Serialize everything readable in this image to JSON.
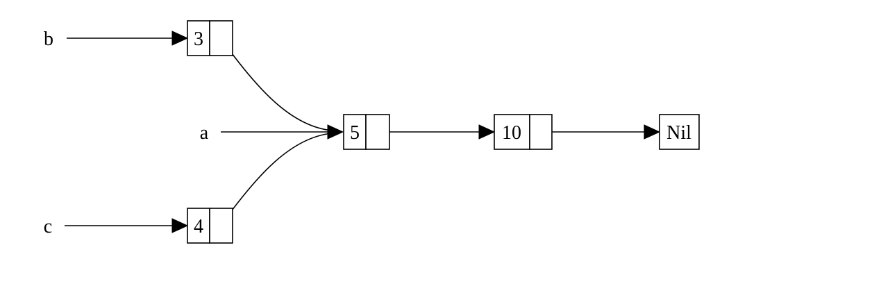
{
  "diagram": {
    "variables": [
      {
        "id": "b",
        "label": "b",
        "target": "n3"
      },
      {
        "id": "a",
        "label": "a",
        "target": "n5"
      },
      {
        "id": "c",
        "label": "c",
        "target": "n4"
      }
    ],
    "nodes": [
      {
        "id": "n3",
        "value": "3",
        "next": "n5"
      },
      {
        "id": "n4",
        "value": "4",
        "next": "n5"
      },
      {
        "id": "n5",
        "value": "5",
        "next": "n10"
      },
      {
        "id": "n10",
        "value": "10",
        "next": "nil"
      },
      {
        "id": "nil",
        "value": "Nil",
        "next": null
      }
    ],
    "colors": {
      "stroke": "#000000",
      "background": "#ffffff"
    }
  }
}
